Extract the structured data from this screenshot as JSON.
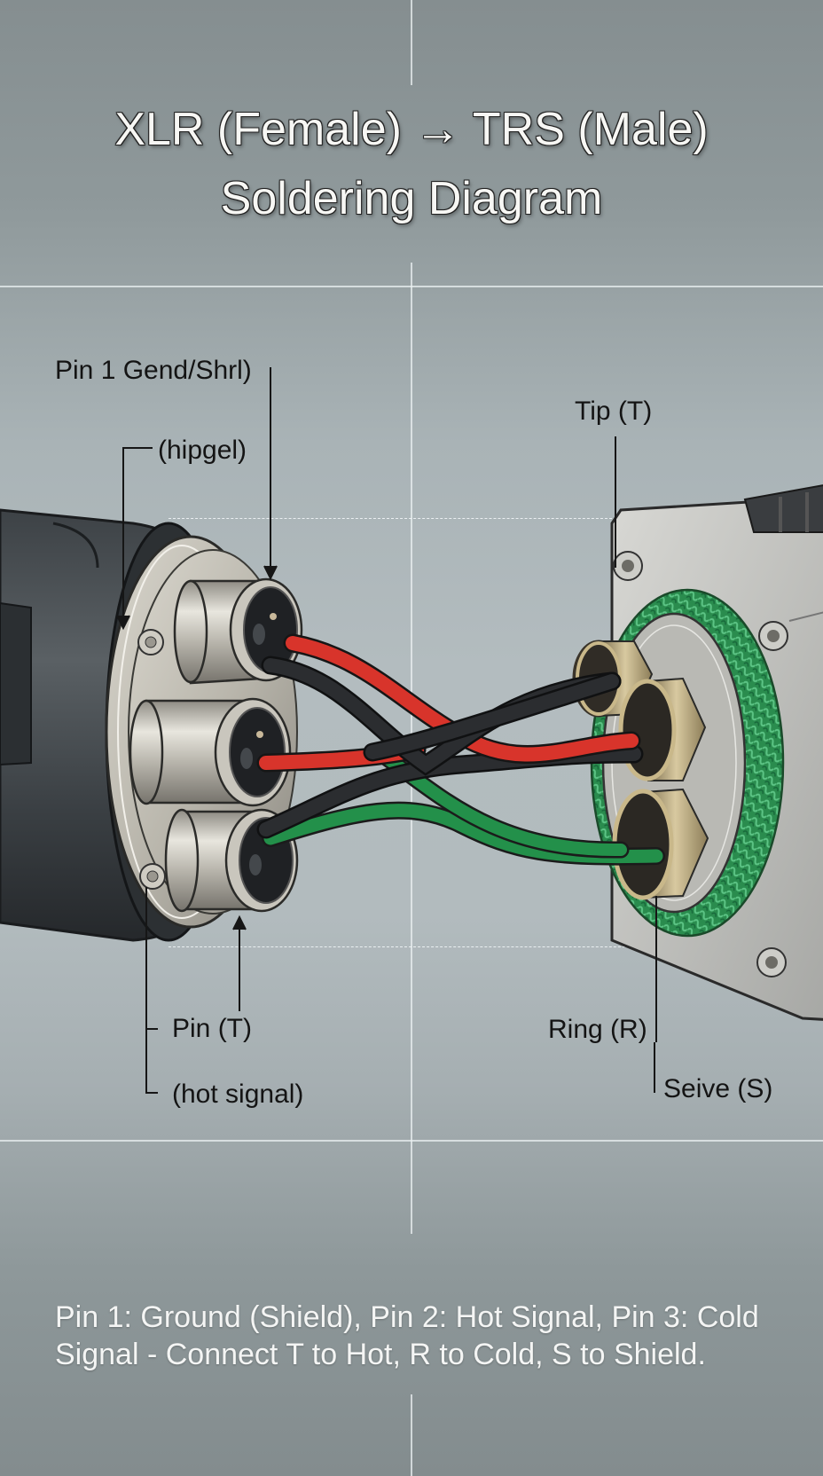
{
  "title": {
    "line1": "XLR (Female) → TRS (Male)",
    "line2": "Soldering Diagram"
  },
  "labels": {
    "pin1_ground": "Pin 1 Gend/Shrl)",
    "hot_signal_top": "(hipgel)",
    "tip": "Tip (T)",
    "pin_t": "Pin (T)",
    "hot_signal_bottom": "(hot signal)",
    "ring": "Ring (R)",
    "sleeve": "Seive (S)"
  },
  "caption": "Pin 1: Ground (Shield), Pin 2: Hot Signal, Pin 3: Cold Signal - Connect T to Hot, R to Cold, S to Shield.",
  "components": {
    "left_connector": "xlr-female-connector",
    "right_connector": "trs-male-connector",
    "wires": [
      {
        "name": "red-wire",
        "color": "#d8342b"
      },
      {
        "name": "black-wire",
        "color": "#2a2c2e"
      },
      {
        "name": "green-wire",
        "color": "#1f8a45"
      }
    ],
    "shield_braid_color": "#2f9a55"
  }
}
